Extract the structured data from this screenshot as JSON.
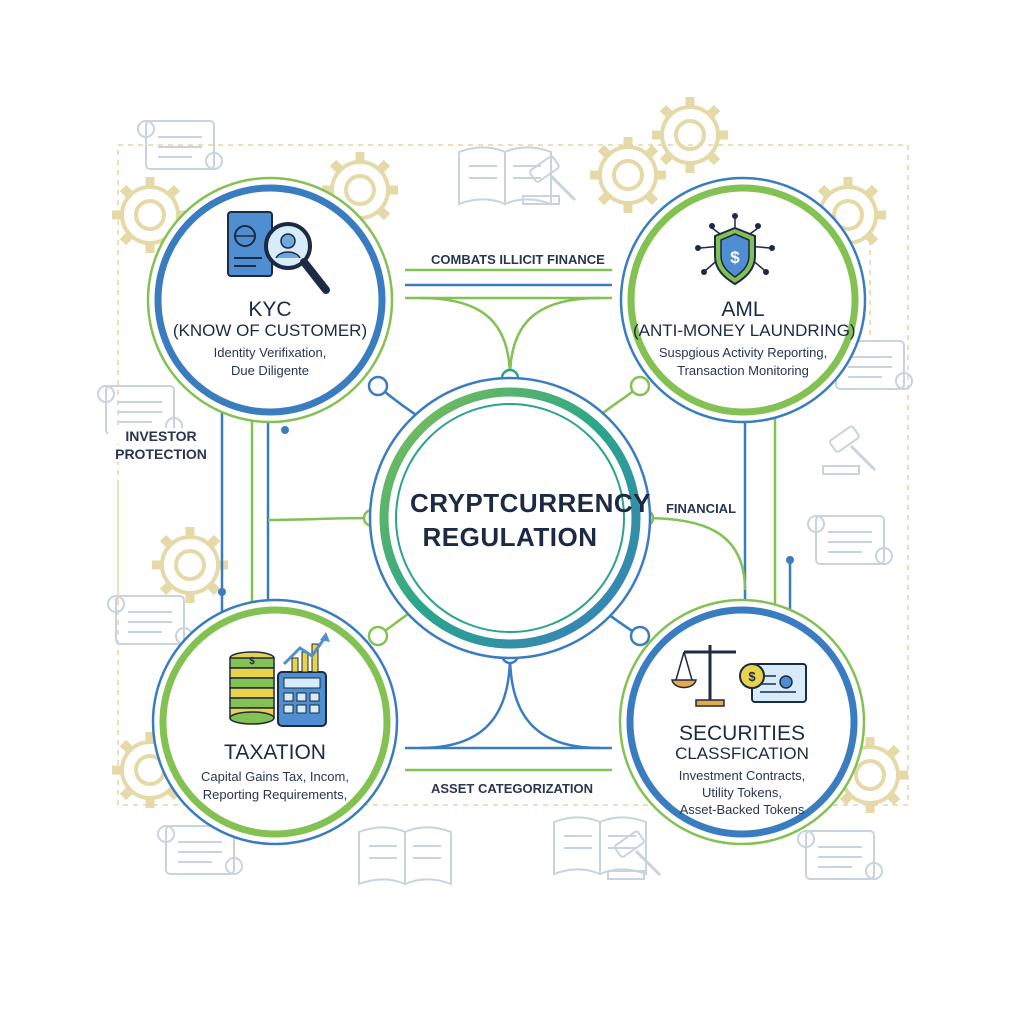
{
  "center": {
    "line1": "CRYPTCURRENCY",
    "line2": "REGULATION"
  },
  "nodes": {
    "kyc": {
      "title": "KYC",
      "subtitle": "(KNOW OF CUSTOMER)",
      "desc1": "Identity Verifixation,",
      "desc2": "Due Diligente",
      "icon": "identity-search-icon"
    },
    "aml": {
      "title": "AML",
      "subtitle": "(ANTI-MONEY LAUNDRING)",
      "desc1": "Suspgious Activity Reporting,",
      "desc2": "Transaction Monitoring",
      "icon": "shield-dollar-icon"
    },
    "taxation": {
      "title": "TAXATION",
      "desc1": "Capital Gains Tax, Incom,",
      "desc2": "Reporting Requirements,",
      "icon": "coins-calculator-icon"
    },
    "securities": {
      "title": "SECURITIES",
      "subtitle": "CLASSFICATION",
      "desc1": "Investment Contracts,",
      "desc2": "Utility Tokens,",
      "desc3": "Asset-Backed Tokens",
      "icon": "scales-certificate-icon"
    }
  },
  "edges": {
    "top": "COMBATS ILLICIT FINANCE",
    "left_line1": "INVESTOR",
    "left_line2": "PROTECTION",
    "right": "FINANCIAL",
    "bottom": "ASSET CATEGORIZATION"
  },
  "colors": {
    "blue": "#3a7cc0",
    "green": "#84c153",
    "teal": "#2aa58a",
    "text": "#1c2a44",
    "background_ink": "#c9d3dd",
    "gear": "#e6d9a8"
  }
}
